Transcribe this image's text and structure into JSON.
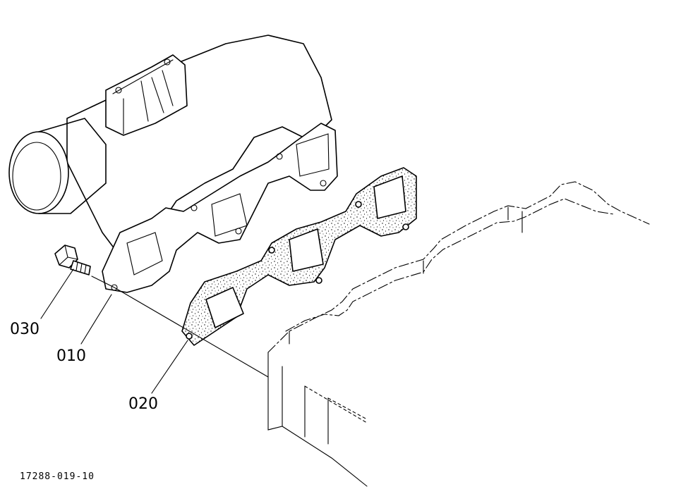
{
  "labels": {
    "part_010": "010",
    "part_020": "020",
    "part_030": "030",
    "drawing_ref": "17288-019-10"
  },
  "colors": {
    "line": "#000000",
    "background": "#ffffff"
  }
}
